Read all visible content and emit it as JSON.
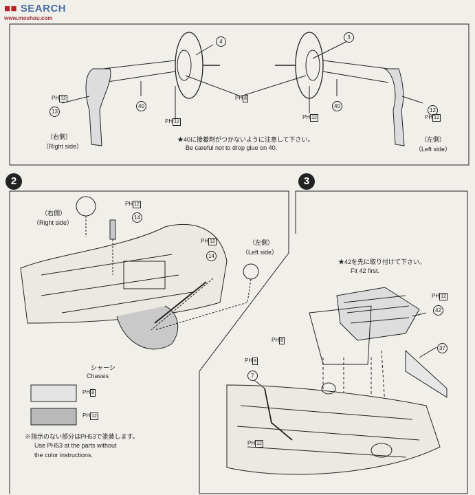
{
  "watermark": {
    "brand": "SEARCH",
    "url": "www.moshou.com"
  },
  "step1": {
    "parts": {
      "p3": "3",
      "p4": "4",
      "p12": "12",
      "p13": "13",
      "p40a": "40",
      "p40b": "40"
    },
    "paint": {
      "ph12_a": "12",
      "ph12_b": "12",
      "ph12_c": "12",
      "ph12_d": "12",
      "ph8": "8"
    },
    "right_side_jp": "（右側）",
    "right_side_en": "（Right side）",
    "left_side_jp": "（左側）",
    "left_side_en": "（Left side）",
    "note_jp": "★40に接着剤がつかないように注意して下さい。",
    "note_en": "Be careful not to drop glue on 40."
  },
  "step2": {
    "number": "2",
    "right_side_jp": "（右側）",
    "right_side_en": "（Right side）",
    "left_side_jp": "（左側）",
    "left_side_en": "（Left side）",
    "parts": {
      "p14a": "14",
      "p14b": "14"
    },
    "paint": {
      "ph12_a": "12",
      "ph12_b": "12"
    },
    "chassis_jp": "シャーシ",
    "chassis_en": "Chassis",
    "legend": [
      {
        "paint": "8",
        "color": "#e4e4e4"
      },
      {
        "paint": "12",
        "color": "#b9b9b9"
      }
    ],
    "footnote_jp": "※指示のない部分はPH53で塗装します。",
    "footnote_en1": "Use PH53 at the parts without",
    "footnote_en2": "the color instructions."
  },
  "step3": {
    "number": "3",
    "note_jp": "★42を先に取り付けて下さい。",
    "note_en": "Fit 42 first.",
    "parts": {
      "p42": "42",
      "p37": "37",
      "p7": "7"
    },
    "paint": {
      "ph12_a": "12",
      "ph8_a": "8",
      "ph8_b": "8",
      "ph12_b": "12"
    }
  },
  "colors": {
    "panel": "#f1efea",
    "line": "#222222",
    "gray_light": "#e4e4e4",
    "gray_dark": "#b9b9b9"
  }
}
